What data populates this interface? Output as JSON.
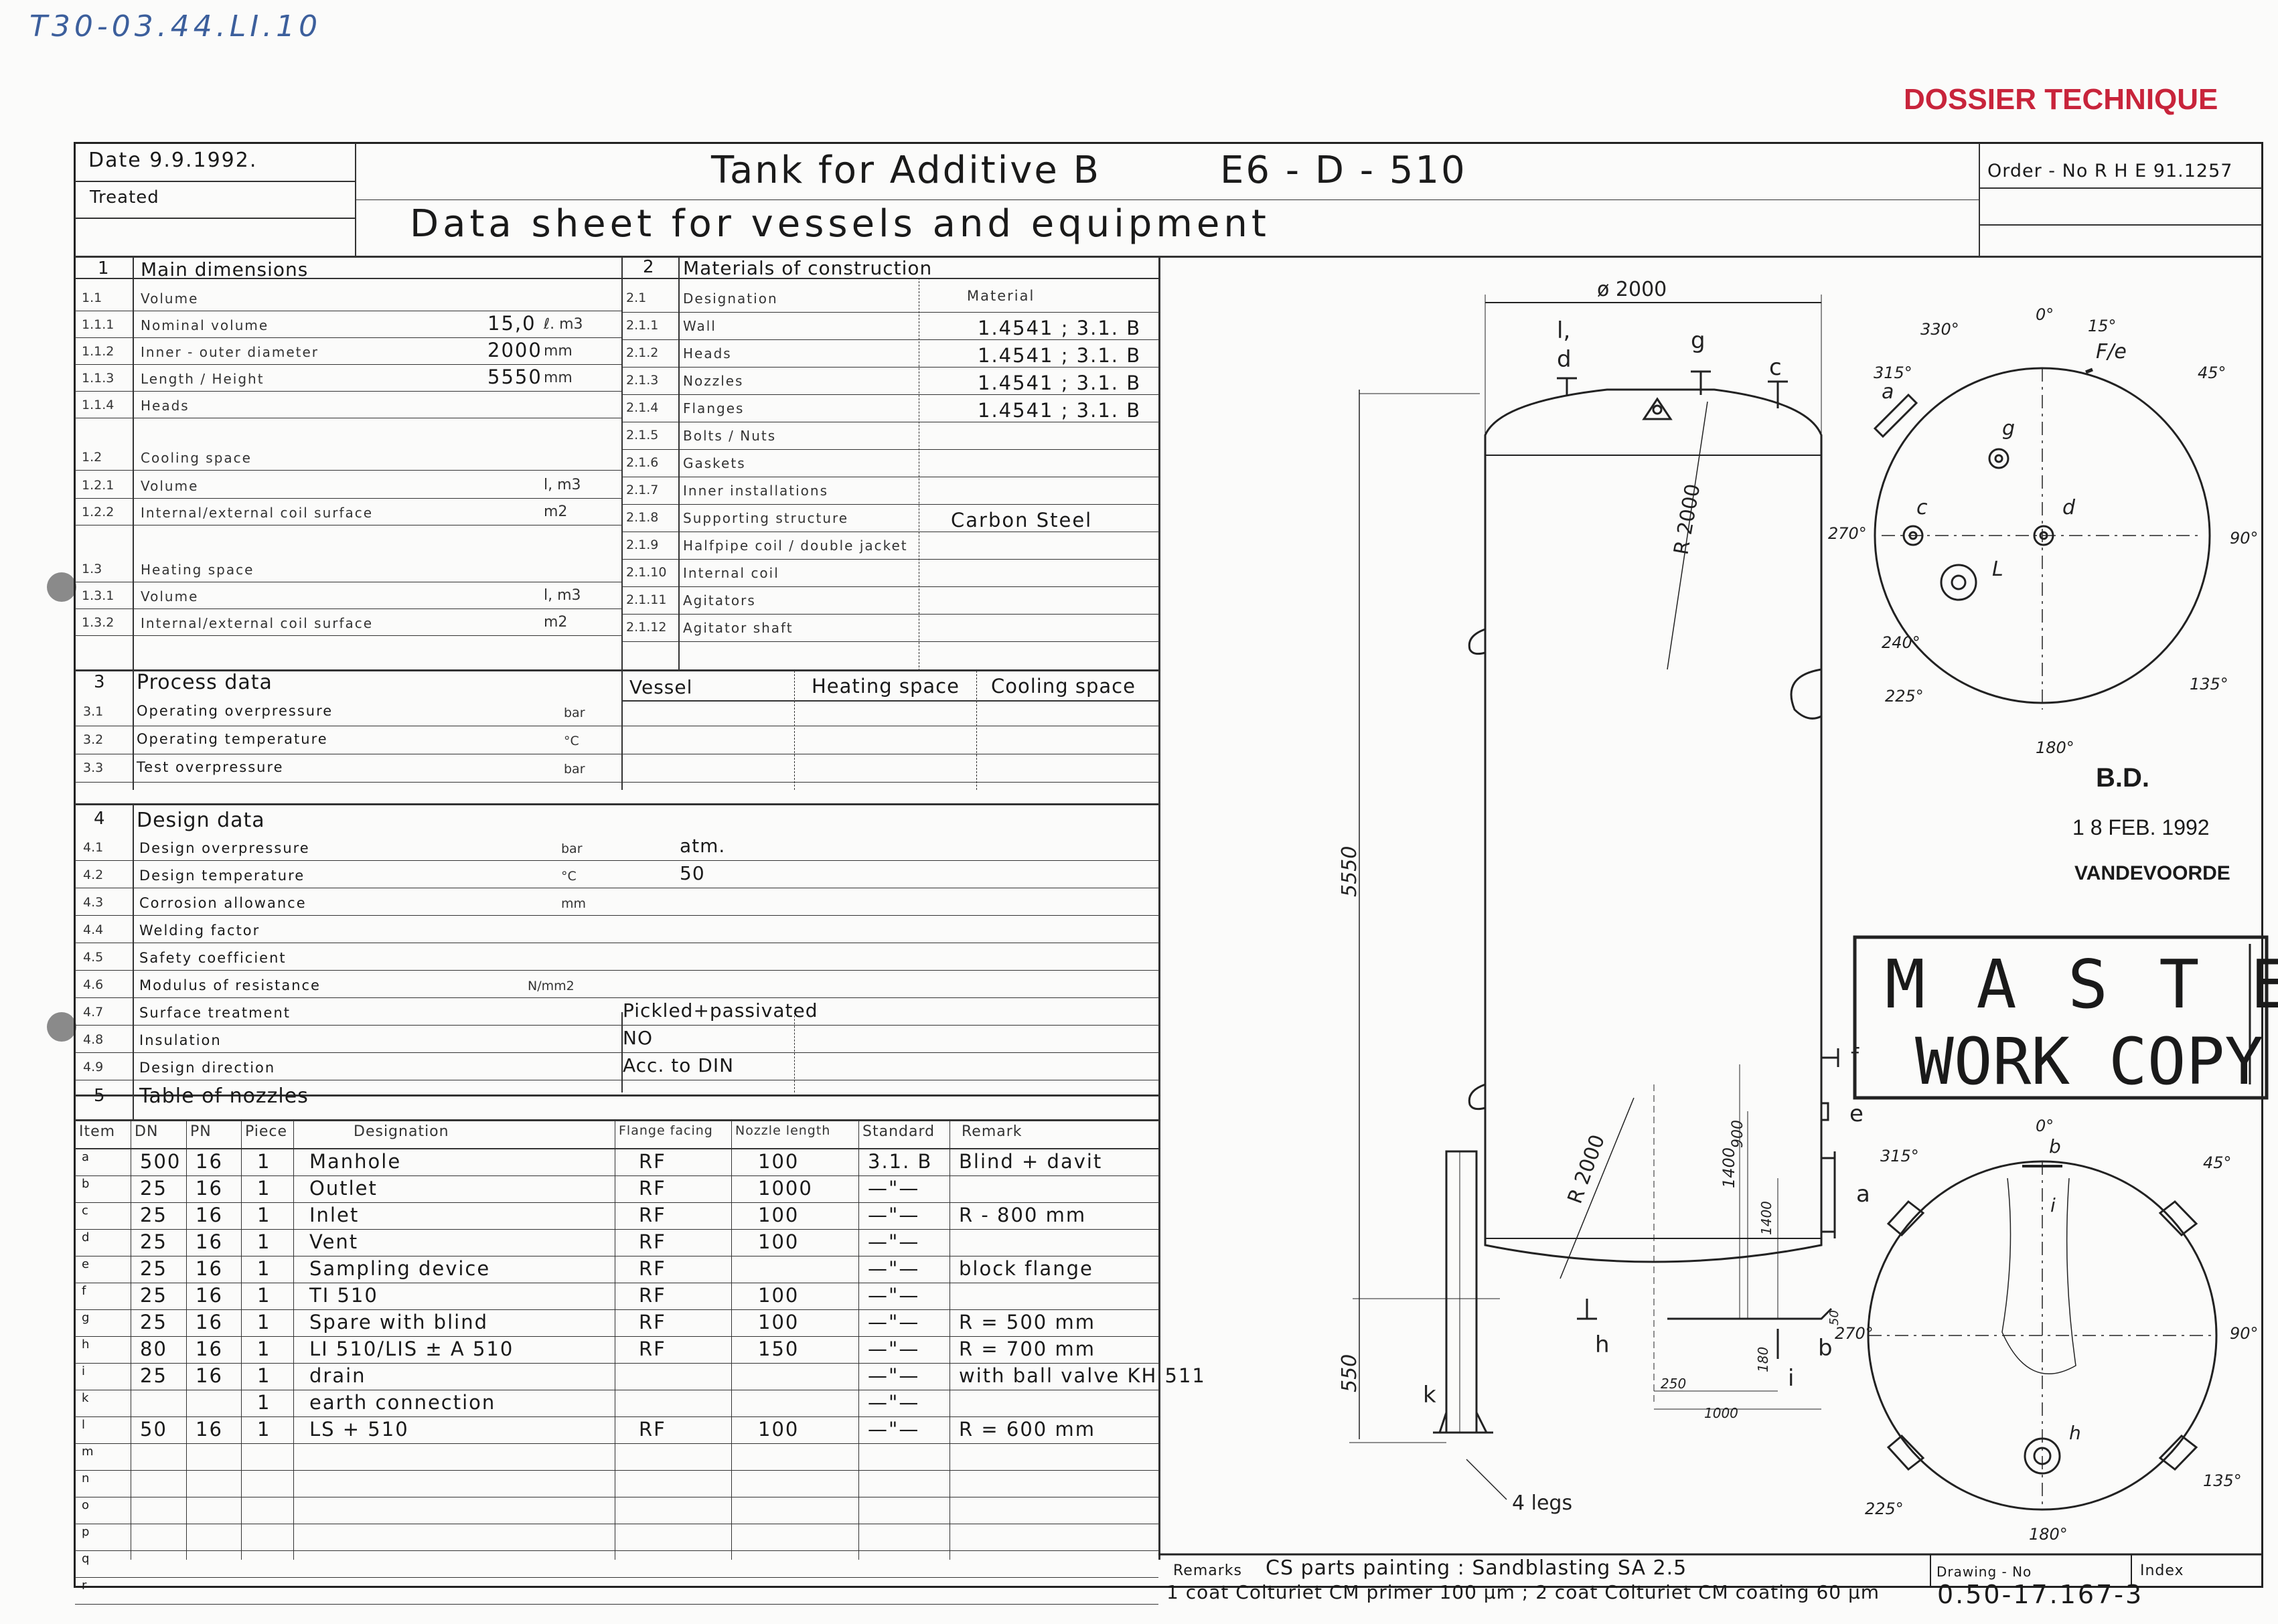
{
  "handwritten_ref": "T30-03.44.LI.10",
  "stamp_dossier": "DOSSIER TECHNIQUE",
  "header": {
    "date": "Date 9.9.1992.",
    "treated": "Treated",
    "title": "Tank for Additive B",
    "tag": "E6 - D - 510",
    "subtitle": "Data sheet for vessels and equipment",
    "order_no": "Order - No R H E 91.1257"
  },
  "main_dimensions": {
    "section_no": "1",
    "section_title": "Main dimensions",
    "rows": [
      {
        "no": "1.1",
        "label": "Volume",
        "value": "",
        "unit": ""
      },
      {
        "no": "1.1.1",
        "label": "Nominal volume",
        "value": "15,0",
        "unit": "ℓ. m3"
      },
      {
        "no": "1.1.2",
        "label": "Inner - outer diameter",
        "value": "2000",
        "unit": "mm"
      },
      {
        "no": "1.1.3",
        "label": "Length / Height",
        "value": "5550",
        "unit": "mm"
      },
      {
        "no": "1.1.4",
        "label": "Heads",
        "value": "",
        "unit": ""
      },
      {
        "no": "1.2",
        "label": "Cooling space",
        "value": "",
        "unit": ""
      },
      {
        "no": "1.2.1",
        "label": "Volume",
        "value": "",
        "unit": "l, m3"
      },
      {
        "no": "1.2.2",
        "label": "Internal/external coil surface",
        "value": "",
        "unit": "m2"
      },
      {
        "no": "1.3",
        "label": "Heating space",
        "value": "",
        "unit": ""
      },
      {
        "no": "1.3.1",
        "label": "Volume",
        "value": "",
        "unit": "l, m3"
      },
      {
        "no": "1.3.2",
        "label": "Internal/external coil surface",
        "value": "",
        "unit": "m2"
      }
    ]
  },
  "materials": {
    "section_no": "2",
    "section_title": "Materials of construction",
    "material_header": "Material",
    "rows": [
      {
        "no": "2.1",
        "label": "Designation",
        "value": ""
      },
      {
        "no": "2.1.1",
        "label": "Wall",
        "value": "1.4541 ; 3.1. B"
      },
      {
        "no": "2.1.2",
        "label": "Heads",
        "value": "1.4541 ; 3.1. B"
      },
      {
        "no": "2.1.3",
        "label": "Nozzles",
        "value": "1.4541 ; 3.1. B"
      },
      {
        "no": "2.1.4",
        "label": "Flanges",
        "value": "1.4541 ; 3.1. B"
      },
      {
        "no": "2.1.5",
        "label": "Bolts / Nuts",
        "value": ""
      },
      {
        "no": "2.1.6",
        "label": "Gaskets",
        "value": ""
      },
      {
        "no": "2.1.7",
        "label": "Inner installations",
        "value": ""
      },
      {
        "no": "2.1.8",
        "label": "Supporting structure",
        "value": "Carbon Steel"
      },
      {
        "no": "2.1.9",
        "label": "Halfpipe coil / double jacket",
        "value": ""
      },
      {
        "no": "2.1.10",
        "label": "Internal coil",
        "value": ""
      },
      {
        "no": "2.1.11",
        "label": "Agitators",
        "value": ""
      },
      {
        "no": "2.1.12",
        "label": "Agitator shaft",
        "value": ""
      }
    ]
  },
  "process_data": {
    "section_no": "3",
    "section_title": "Process data",
    "col_vessel": "Vessel",
    "col_heating": "Heating space",
    "col_cooling": "Cooling space",
    "rows": [
      {
        "no": "3.1",
        "label": "Operating overpressure",
        "unit": "bar"
      },
      {
        "no": "3.2",
        "label": "Operating temperature",
        "unit": "°C"
      },
      {
        "no": "3.3",
        "label": "Test overpressure",
        "unit": "bar"
      }
    ]
  },
  "design_data": {
    "section_no": "4",
    "section_title": "Design data",
    "rows": [
      {
        "no": "4.1",
        "label": "Design overpressure",
        "unit": "bar",
        "value": "atm."
      },
      {
        "no": "4.2",
        "label": "Design temperature",
        "unit": "°C",
        "value": "50"
      },
      {
        "no": "4.3",
        "label": "Corrosion allowance",
        "unit": "mm",
        "value": ""
      },
      {
        "no": "4.4",
        "label": "Welding factor",
        "unit": "",
        "value": ""
      },
      {
        "no": "4.5",
        "label": "Safety coefficient",
        "unit": "",
        "value": ""
      },
      {
        "no": "4.6",
        "label": "Modulus of resistance",
        "unit": "N/mm2",
        "value": ""
      },
      {
        "no": "4.7",
        "label": "Surface treatment",
        "unit": "",
        "value": "Pickled+passivated"
      },
      {
        "no": "4.8",
        "label": "Insulation",
        "unit": "",
        "value": "NO"
      },
      {
        "no": "4.9",
        "label": "Design direction",
        "unit": "",
        "value": "Acc. to DIN"
      }
    ]
  },
  "nozzles": {
    "section_no": "5",
    "section_title": "Table of nozzles",
    "headers": {
      "item": "Item",
      "dn": "DN",
      "pn": "PN",
      "piece": "Piece",
      "designation": "Designation",
      "flange": "Flange facing",
      "length": "Nozzle length",
      "standard": "Standard",
      "remark": "Remark"
    },
    "rows": [
      {
        "item": "a",
        "dn": "500",
        "pn": "16",
        "piece": "1",
        "designation": "Manhole",
        "flange": "RF",
        "length": "100",
        "standard": "3.1. B",
        "remark": "Blind + davit"
      },
      {
        "item": "b",
        "dn": "25",
        "pn": "16",
        "piece": "1",
        "designation": "Outlet",
        "flange": "RF",
        "length": "1000",
        "standard": "—\"—",
        "remark": ""
      },
      {
        "item": "c",
        "dn": "25",
        "pn": "16",
        "piece": "1",
        "designation": "Inlet",
        "flange": "RF",
        "length": "100",
        "standard": "—\"—",
        "remark": "R - 800 mm"
      },
      {
        "item": "d",
        "dn": "25",
        "pn": "16",
        "piece": "1",
        "designation": "Vent",
        "flange": "RF",
        "length": "100",
        "standard": "—\"—",
        "remark": ""
      },
      {
        "item": "e",
        "dn": "25",
        "pn": "16",
        "piece": "1",
        "designation": "Sampling device",
        "flange": "RF",
        "length": "",
        "standard": "—\"—",
        "remark": "block flange"
      },
      {
        "item": "f",
        "dn": "25",
        "pn": "16",
        "piece": "1",
        "designation": "TI 510",
        "flange": "RF",
        "length": "100",
        "standard": "—\"—",
        "remark": ""
      },
      {
        "item": "g",
        "dn": "25",
        "pn": "16",
        "piece": "1",
        "designation": "Spare with blind",
        "flange": "RF",
        "length": "100",
        "standard": "—\"—",
        "remark": "R = 500 mm"
      },
      {
        "item": "h",
        "dn": "80",
        "pn": "16",
        "piece": "1",
        "designation": "LI 510/LIS ± A 510",
        "flange": "RF",
        "length": "150",
        "standard": "—\"—",
        "remark": "R = 700 mm"
      },
      {
        "item": "i",
        "dn": "25",
        "pn": "16",
        "piece": "1",
        "designation": "drain",
        "flange": "",
        "length": "",
        "standard": "—\"—",
        "remark": "with ball valve KH 511"
      },
      {
        "item": "k",
        "dn": "",
        "pn": "",
        "piece": "1",
        "designation": "earth connection",
        "flange": "",
        "length": "",
        "standard": "—\"—",
        "remark": ""
      },
      {
        "item": "l",
        "dn": "50",
        "pn": "16",
        "piece": "1",
        "designation": "LS + 510",
        "flange": "RF",
        "length": "100",
        "standard": "—\"—",
        "remark": "R = 600 mm"
      },
      {
        "item": "m",
        "dn": "",
        "pn": "",
        "piece": "",
        "designation": "",
        "flange": "",
        "length": "",
        "standard": "",
        "remark": ""
      },
      {
        "item": "n",
        "dn": "",
        "pn": "",
        "piece": "",
        "designation": "",
        "flange": "",
        "length": "",
        "standard": "",
        "remark": ""
      },
      {
        "item": "o",
        "dn": "",
        "pn": "",
        "piece": "",
        "designation": "",
        "flange": "",
        "length": "",
        "standard": "",
        "remark": ""
      },
      {
        "item": "p",
        "dn": "",
        "pn": "",
        "piece": "",
        "designation": "",
        "flange": "",
        "length": "",
        "standard": "",
        "remark": ""
      },
      {
        "item": "q",
        "dn": "",
        "pn": "",
        "piece": "",
        "designation": "",
        "flange": "",
        "length": "",
        "standard": "",
        "remark": ""
      },
      {
        "item": "r",
        "dn": "",
        "pn": "",
        "piece": "",
        "designation": "",
        "flange": "",
        "length": "",
        "standard": "",
        "remark": ""
      }
    ]
  },
  "drawing": {
    "diameter": "ø 2000",
    "radius_top": "R 2000",
    "radius_bottom": "R 2000",
    "height_total": "5550",
    "height_legs": "550",
    "dim_1400a": "1400",
    "dim_900": "900",
    "dim_1400b": "1400",
    "dim_180": "180",
    "dim_250": "250",
    "dim_1000": "1000",
    "dim_50": "50",
    "legs_label": "4 legs",
    "nozzle_labels": [
      "l,",
      "d",
      "g",
      "c",
      "f",
      "e",
      "a",
      "h",
      "k",
      "b",
      "i"
    ],
    "top_view": {
      "angles": [
        "330°",
        "0°",
        "15°",
        "315°",
        "45°",
        "270°",
        "90°",
        "240°",
        "225°",
        "135°",
        "180°"
      ],
      "labels": [
        "a",
        "F/e",
        "g",
        "c",
        "d",
        "L"
      ]
    },
    "bottom_view": {
      "angles": [
        "0°",
        "315°",
        "45°",
        "270°",
        "90°",
        "225°",
        "135°",
        "180°"
      ],
      "labels": [
        "b",
        "i",
        "h"
      ]
    }
  },
  "approval": {
    "initials": "B.D.",
    "date": "1 8 FEB. 1992",
    "name": "VANDEVOORDE"
  },
  "master_stamp": {
    "line1": "M A S T E R",
    "line2": "WORK COPY"
  },
  "footer": {
    "remarks_label": "Remarks",
    "remarks_line1": "CS parts painting : Sandblasting SA 2.5",
    "remarks_line2": "1 coat Colturiet CM primer 100 μm ; 2 coat Colturiet CM coating 60 μm",
    "drawing_no_label": "Drawing - No",
    "drawing_no": "0.50-17.167-3",
    "index_label": "Index"
  }
}
